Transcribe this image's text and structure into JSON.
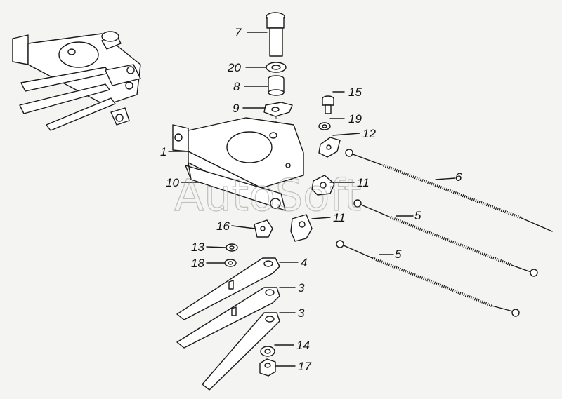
{
  "watermark": "AutoSoft",
  "callouts": [
    "7",
    "20",
    "8",
    "9",
    "15",
    "19",
    "12",
    "1",
    "6",
    "10",
    "11",
    "11",
    "5",
    "5",
    "16",
    "13",
    "18",
    "4",
    "3",
    "3",
    "14",
    "17"
  ]
}
